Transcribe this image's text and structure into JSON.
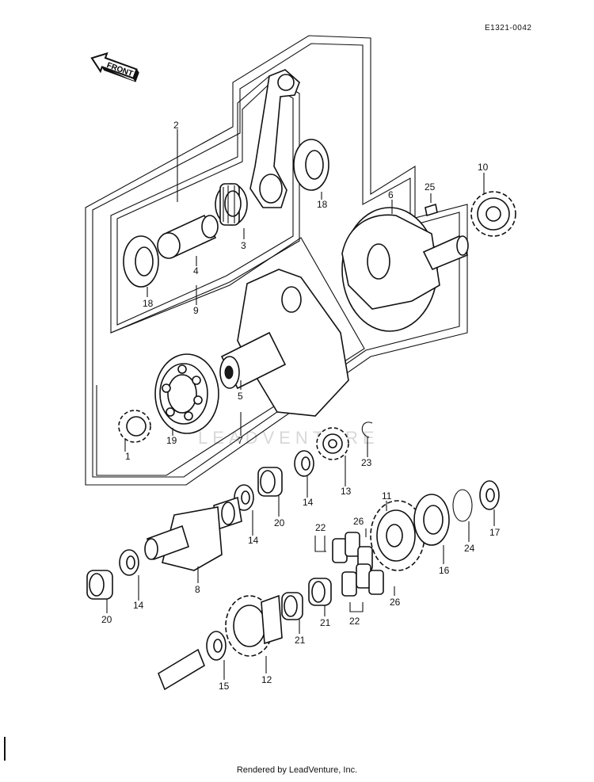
{
  "header": {
    "code": "E1321-0042"
  },
  "footer": {
    "text": "Rendered by LeadVenture, Inc."
  },
  "front_arrow": {
    "label": "FRONT"
  },
  "watermark": {
    "text": "LEADVENTURE"
  },
  "callouts": {
    "c1": "1",
    "c2": "2",
    "c3": "3",
    "c4": "4",
    "c5": "5",
    "c6": "6",
    "c7": "7",
    "c8": "8",
    "c9": "9",
    "c10": "10",
    "c11": "11",
    "c12": "12",
    "c13": "13",
    "c14a": "14",
    "c14b": "14",
    "c14c": "14",
    "c15": "15",
    "c16": "16",
    "c17": "17",
    "c18a": "18",
    "c18b": "18",
    "c19": "19",
    "c20a": "20",
    "c20b": "20",
    "c21a": "21",
    "c21b": "21",
    "c22a": "22",
    "c22b": "22",
    "c23": "23",
    "c24": "24",
    "c25": "25",
    "c26a": "26",
    "c26b": "26"
  }
}
